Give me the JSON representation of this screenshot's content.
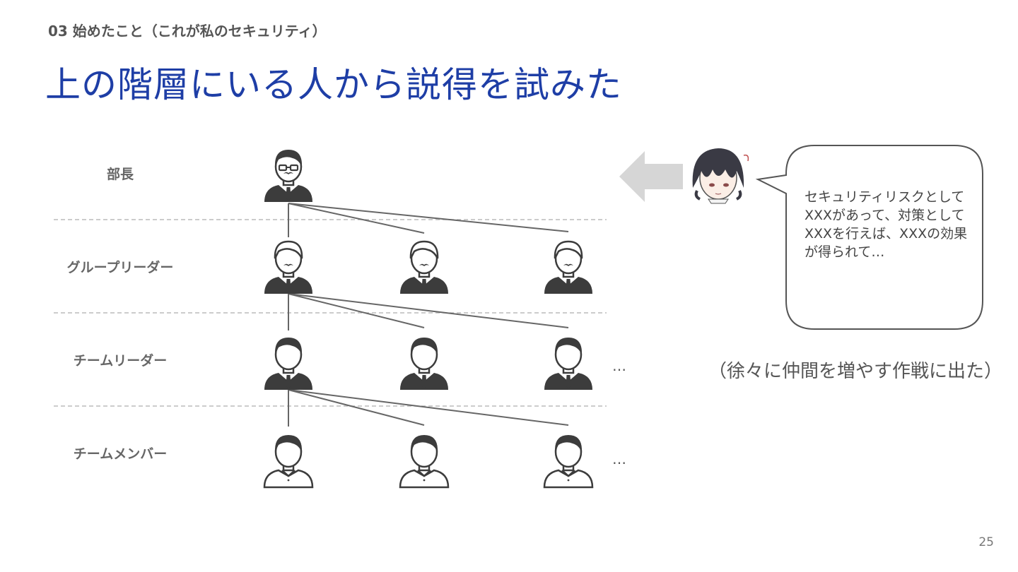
{
  "header": {
    "section": "03 始めたこと（これが私のセキュリティ）",
    "title": "上の階層にいる人から説得を試みた"
  },
  "hierarchy": {
    "levels": [
      {
        "label": "部長"
      },
      {
        "label": "グループリーダー"
      },
      {
        "label": "チームリーダー"
      },
      {
        "label": "チームメンバー"
      }
    ],
    "more_marker": "…"
  },
  "speech_bubble": {
    "text": "セキュリティリスクとしてXXXがあって、対策としてXXXを行えば、XXXの効果が得られて…"
  },
  "note": "（徐々に仲間を増やす作戦に出た）",
  "page_number": "25",
  "colors": {
    "title": "#1e3ea6",
    "person_dark": "#3c3c3c",
    "arrow": "#d6d6d6",
    "divider": "#bbbbbb"
  }
}
